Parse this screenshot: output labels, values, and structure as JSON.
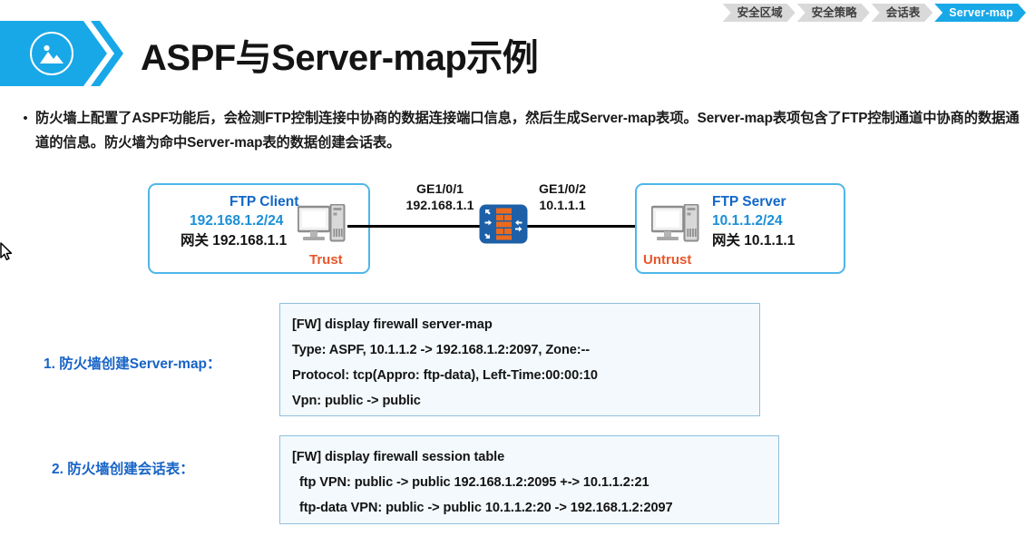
{
  "breadcrumb": {
    "items": [
      {
        "label": "安全区域",
        "active": false
      },
      {
        "label": "安全策略",
        "active": false
      },
      {
        "label": "会话表",
        "active": false
      },
      {
        "label": "Server-map",
        "active": true
      }
    ]
  },
  "header": {
    "title": "ASPF与Server-map示例",
    "icon": "image-icon",
    "accent_color": "#18a8e8"
  },
  "body": {
    "bullet_marker": "•",
    "paragraph": "防火墙上配置了ASPF功能后，会检测FTP控制连接中协商的数据连接端口信息，然后生成Server-map表项。Server-map表项包含了FTP控制通道中协商的数据通道的信息。防火墙为命中Server-map表的数据创建会话表。"
  },
  "diagram": {
    "left_zone": {
      "host_title": "FTP Client",
      "host_ip": "192.168.1.2/24",
      "host_gateway": "网关 192.168.1.1",
      "zone_tag": "Trust",
      "zone_tag_color": "#e8562a",
      "device_icon": "desktop-pc-icon"
    },
    "right_zone": {
      "host_title": "FTP Server",
      "host_ip": "10.1.1.2/24",
      "host_gateway": "网关 10.1.1.1",
      "zone_tag": "Untrust",
      "zone_tag_color": "#e8562a",
      "device_icon": "desktop-pc-icon"
    },
    "firewall": {
      "icon": "firewall-icon",
      "body_color": "#1d60a8",
      "brick_color": "#ec6a1e"
    },
    "interfaces": [
      {
        "name": "GE1/0/1",
        "ip": "192.168.1.1"
      },
      {
        "name": "GE1/0/2",
        "ip": "10.1.1.1"
      }
    ]
  },
  "steps": [
    {
      "label": "1. 防火墙创建Server-map：",
      "lines": [
        "[FW] display firewall server-map",
        "Type: ASPF,  10.1.1.2 -> 192.168.1.2:2097,  Zone:--",
        "Protocol: tcp(Appro: ftp-data),  Left-Time:00:00:10",
        "Vpn: public -> public"
      ]
    },
    {
      "label": "2. 防火墙创建会话表：",
      "lines": [
        "[FW] display firewall session table",
        "ftp  VPN: public -> public   192.168.1.2:2095 +-> 10.1.1.2:21",
        "ftp-data  VPN: public -> public  10.1.1.2:20 -> 192.168.1.2:2097"
      ]
    }
  ],
  "cursor": {
    "icon": "mouse-pointer-icon"
  }
}
